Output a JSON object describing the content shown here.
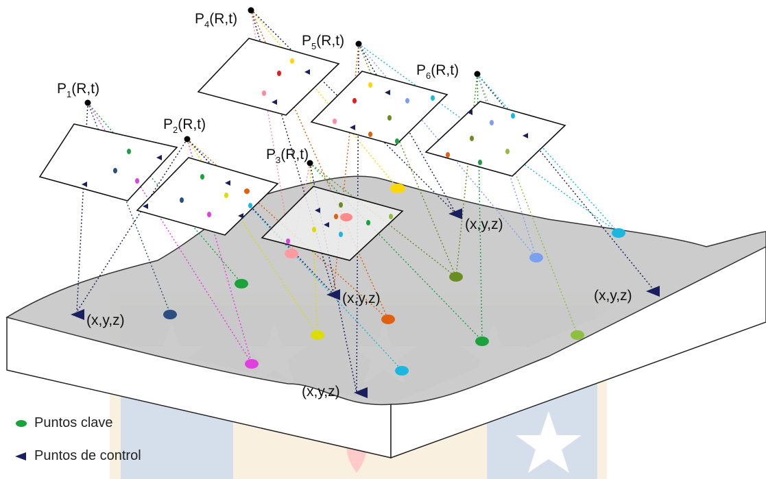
{
  "cameras": [
    {
      "name": "P",
      "index": "1",
      "params": "(R,t)"
    },
    {
      "name": "P",
      "index": "2",
      "params": "(R,t)"
    },
    {
      "name": "P",
      "index": "3",
      "params": "(R,t)"
    },
    {
      "name": "P",
      "index": "4",
      "params": "(R,t)"
    },
    {
      "name": "P",
      "index": "5",
      "params": "(R,t)"
    },
    {
      "name": "P",
      "index": "6",
      "params": "(R,t)"
    }
  ],
  "ground_point_label": "(x,y,z)",
  "legend": {
    "keypoints": "Puntos clave",
    "control_points": "Puntos de control"
  },
  "colors": {
    "terrain": "#c8c8c8",
    "control": "#1a1f5e",
    "keypoint": "#1aa33b"
  }
}
